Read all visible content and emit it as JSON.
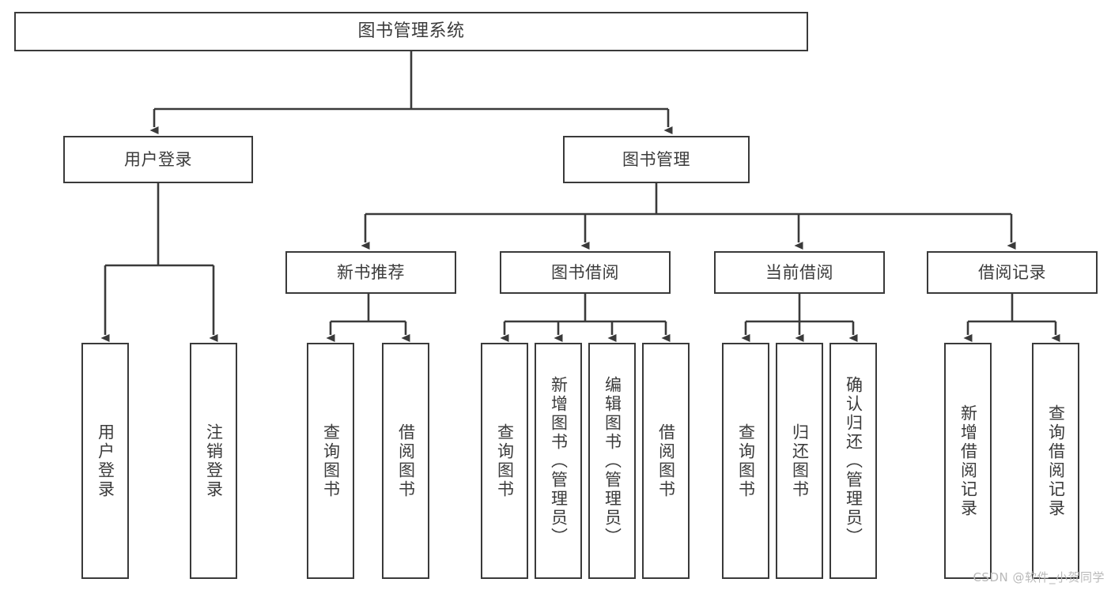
{
  "diagram": {
    "title": "图书管理系统",
    "type": "tree-hierarchy-chart",
    "orientation": "top-down",
    "style": {
      "box_border_color": "#3a3a3a",
      "box_fill_color": "#ffffff",
      "connector_color": "#3a3a3a",
      "text_color": "#3b3b3b",
      "background_color": "#ffffff"
    }
  },
  "nodes": {
    "root": {
      "label": "图书管理系统",
      "level": 0
    },
    "level1": [
      {
        "id": "user-login",
        "label": "用户登录",
        "level": 1
      },
      {
        "id": "book-management",
        "label": "图书管理",
        "level": 1
      }
    ],
    "level2": [
      {
        "id": "new-book-recommend",
        "label": "新书推荐",
        "level": 2,
        "parent": "book-management"
      },
      {
        "id": "book-borrow",
        "label": "图书借阅",
        "level": 2,
        "parent": "book-management"
      },
      {
        "id": "current-borrow",
        "label": "当前借阅",
        "level": 2,
        "parent": "book-management"
      },
      {
        "id": "borrow-record",
        "label": "借阅记录",
        "level": 2,
        "parent": "book-management"
      }
    ],
    "leaves": [
      {
        "id": "leaf-user-login",
        "label": "用户登录",
        "parent": "user-login"
      },
      {
        "id": "leaf-logout-login",
        "label": "注销登录",
        "parent": "user-login"
      },
      {
        "id": "leaf-query-book-1",
        "label": "查询图书",
        "parent": "new-book-recommend"
      },
      {
        "id": "leaf-borrow-book-1",
        "label": "借阅图书",
        "parent": "new-book-recommend"
      },
      {
        "id": "leaf-query-book-2",
        "label": "查询图书",
        "parent": "book-borrow"
      },
      {
        "id": "leaf-add-book",
        "label": "新增图书（管理员）",
        "parent": "book-borrow"
      },
      {
        "id": "leaf-edit-book",
        "label": "编辑图书（管理员）",
        "parent": "book-borrow"
      },
      {
        "id": "leaf-borrow-book-2",
        "label": "借阅图书",
        "parent": "book-borrow"
      },
      {
        "id": "leaf-query-book-3",
        "label": "查询图书",
        "parent": "current-borrow"
      },
      {
        "id": "leaf-return-book",
        "label": "归还图书",
        "parent": "current-borrow"
      },
      {
        "id": "leaf-confirm-return",
        "label": "确认归还（管理员）",
        "parent": "current-borrow"
      },
      {
        "id": "leaf-add-record",
        "label": "新增借阅记录",
        "parent": "borrow-record"
      },
      {
        "id": "leaf-query-record",
        "label": "查询借阅记录",
        "parent": "borrow-record"
      }
    ]
  },
  "watermark": {
    "text": "CSDN @软件_小贺同学"
  }
}
